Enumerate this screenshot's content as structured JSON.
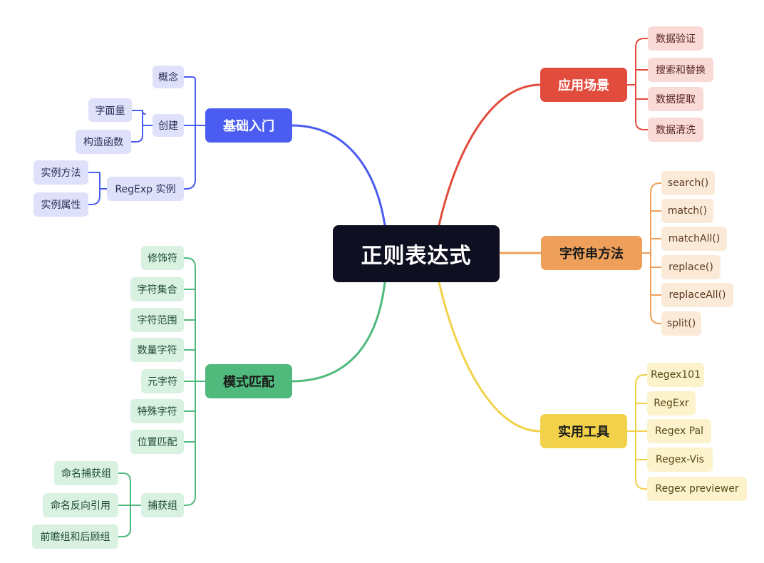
{
  "root": {
    "label": "正则表达式"
  },
  "colors": {
    "basics": "#4b5cf0",
    "scenarios": "#e24c3d",
    "string_methods": "#eea05a",
    "tools": "#f1d24a",
    "patterns": "#50b97c"
  },
  "basics": {
    "label": "基础入门",
    "concept": "概念",
    "create": {
      "label": "创建",
      "children": [
        "字面量",
        "构造函数"
      ]
    },
    "instance": {
      "label": "RegExp 实例",
      "children": [
        "实例方法",
        "实例属性"
      ]
    }
  },
  "scenarios": {
    "label": "应用场景",
    "items": [
      "数据验证",
      "搜索和替换",
      "数据提取",
      "数据清洗"
    ]
  },
  "string_methods": {
    "label": "字符串方法",
    "items": [
      "search()",
      "match()",
      "matchAll()",
      "replace()",
      "replaceAll()",
      "split()"
    ]
  },
  "tools": {
    "label": "实用工具",
    "items": [
      "Regex101",
      "RegExr",
      "Regex Pal",
      "Regex-Vis",
      "Regex previewer"
    ]
  },
  "patterns": {
    "label": "模式匹配",
    "items": [
      "修饰符",
      "字符集合",
      "字符范围",
      "数量字符",
      "元字符",
      "特殊字符",
      "位置匹配"
    ],
    "capture": {
      "label": "捕获组",
      "children": [
        "命名捕获组",
        "命名反向引用",
        "前瞻组和后顾组"
      ]
    }
  }
}
